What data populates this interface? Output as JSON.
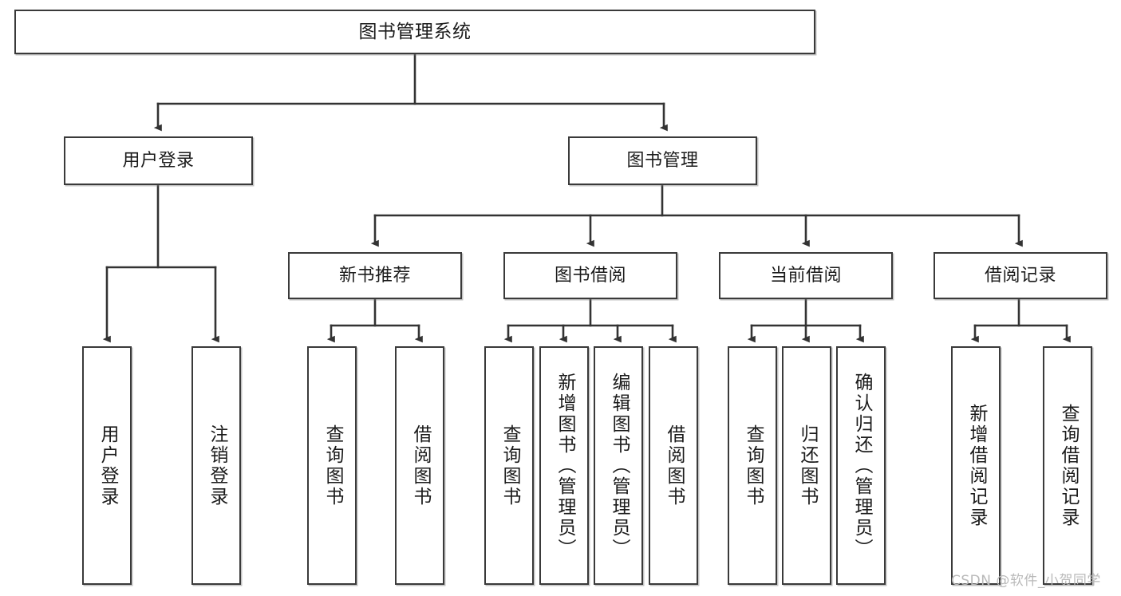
{
  "diagram": {
    "title": "图书管理系统",
    "type": "tree-hierarchy",
    "watermark": "CSDN @软件_小贺同学",
    "colors": {
      "node_border": "#3a3a3a",
      "node_fill": "#ffffff",
      "edge": "#333333",
      "text": "#1b1b1b",
      "watermark": "#b9b9b9"
    },
    "nodes": {
      "root": {
        "label": "图书管理系统"
      },
      "level2": [
        {
          "id": "user-login",
          "label": "用户登录"
        },
        {
          "id": "book-manage",
          "label": "图书管理"
        }
      ],
      "level3": [
        {
          "id": "new-book-rec",
          "label": "新书推荐"
        },
        {
          "id": "book-borrow",
          "label": "图书借阅"
        },
        {
          "id": "current-borrow",
          "label": "当前借阅"
        },
        {
          "id": "borrow-record",
          "label": "借阅记录"
        }
      ],
      "leaves": [
        {
          "id": "leaf-user-login",
          "label": "用户登录",
          "parent": "user-login"
        },
        {
          "id": "leaf-logout-login",
          "label": "注销登录",
          "parent": "user-login"
        },
        {
          "id": "leaf-query-book-1",
          "label": "查询图书",
          "parent": "new-book-rec"
        },
        {
          "id": "leaf-borrow-book-1",
          "label": "借阅图书",
          "parent": "new-book-rec"
        },
        {
          "id": "leaf-query-book-2",
          "label": "查询图书",
          "parent": "book-borrow"
        },
        {
          "id": "leaf-add-book",
          "label": "新增图书（管理员）",
          "parent": "book-borrow"
        },
        {
          "id": "leaf-edit-book",
          "label": "编辑图书（管理员）",
          "parent": "book-borrow"
        },
        {
          "id": "leaf-borrow-book-2",
          "label": "借阅图书",
          "parent": "book-borrow"
        },
        {
          "id": "leaf-query-book-3",
          "label": "查询图书",
          "parent": "current-borrow"
        },
        {
          "id": "leaf-return-book",
          "label": "归还图书",
          "parent": "current-borrow"
        },
        {
          "id": "leaf-confirm-return",
          "label": "确认归还（管理员）",
          "parent": "current-borrow"
        },
        {
          "id": "leaf-add-record",
          "label": "新增借阅记录",
          "parent": "borrow-record"
        },
        {
          "id": "leaf-query-record",
          "label": "查询借阅记录",
          "parent": "borrow-record"
        }
      ]
    }
  }
}
